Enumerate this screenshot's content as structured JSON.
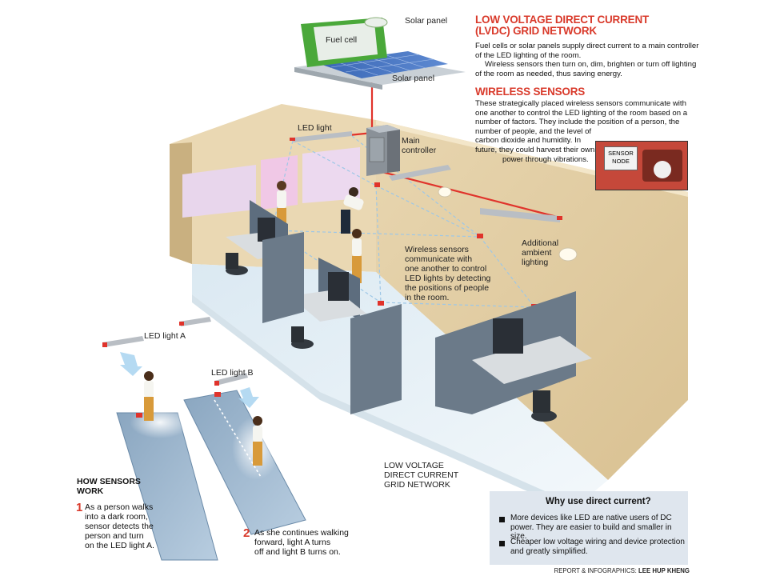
{
  "header": {
    "title": "LOW VOLTAGE DIRECT CURRENT (LVDC) GRID NETWORK",
    "title_line1": "LOW VOLTAGE DIRECT CURRENT",
    "title_line2": "(LVDC) GRID NETWORK",
    "intro_line1": "Fuel cells or solar panels supply direct current to a main controller",
    "intro_line2": "of the LED lighting of the room.",
    "intro_line3": "Wireless sensors then turn on, dim, brighten or turn off lighting",
    "intro_line4": "of the room as needed, thus saving energy."
  },
  "wireless": {
    "title": "WIRELESS SENSORS",
    "lines": [
      "These strategically placed wireless sensors communicate with",
      "one another to control the LED lighting of the room based on a",
      "number of factors. They include the position of a person, the",
      "number of people, and the level of",
      "carbon dioxide and humidity. In",
      "future, they could harvest their own",
      "power through vibrations."
    ],
    "sensor_label_1": "SENSOR",
    "sensor_label_2": "NODE"
  },
  "labels": {
    "solar_panel_top": "Solar panel",
    "fuel_cell": "Fuel cell",
    "solar_panel_bottom": "Solar panel",
    "led_light": "LED light",
    "main_controller_1": "Main",
    "main_controller_2": "controller",
    "ambient_1": "Additional",
    "ambient_2": "ambient",
    "ambient_3": "lighting",
    "wireless_note": [
      "Wireless sensors",
      "communicate with",
      "one another to control",
      "LED lights by detecting",
      "the positions of people",
      "in the room."
    ],
    "led_a": "LED light A",
    "led_b": "LED light B",
    "grid_1": "LOW VOLTAGE",
    "grid_2": "DIRECT CURRENT",
    "grid_3": "GRID NETWORK"
  },
  "how": {
    "title_1": "HOW SENSORS",
    "title_2": "WORK",
    "step1_num": "1",
    "step1_lines": [
      "As a person walks",
      "into a dark room,",
      "sensor detects the",
      "person and turn",
      "on the LED light A."
    ],
    "step2_num": "2",
    "step2_lines": [
      "As she continues walking",
      "forward, light A turns",
      "off and light B turns on."
    ]
  },
  "why": {
    "title": "Why use direct current?",
    "b1_line1": "More devices like LED are native users of DC",
    "b1_line2": "power. They are easier to build and smaller in size.",
    "b2_line1": "Cheaper low voltage wiring and device protection",
    "b2_line2": "and greatly simplified."
  },
  "credit": {
    "prefix": "REPORT & INFOGRAPHICS: ",
    "name": "LEE HUP KHENG"
  },
  "colors": {
    "accent_red": "#d93a2b",
    "wall": "#e2cda4",
    "floor": "#e6f1f7",
    "panel_box": "#dfe6ee"
  }
}
